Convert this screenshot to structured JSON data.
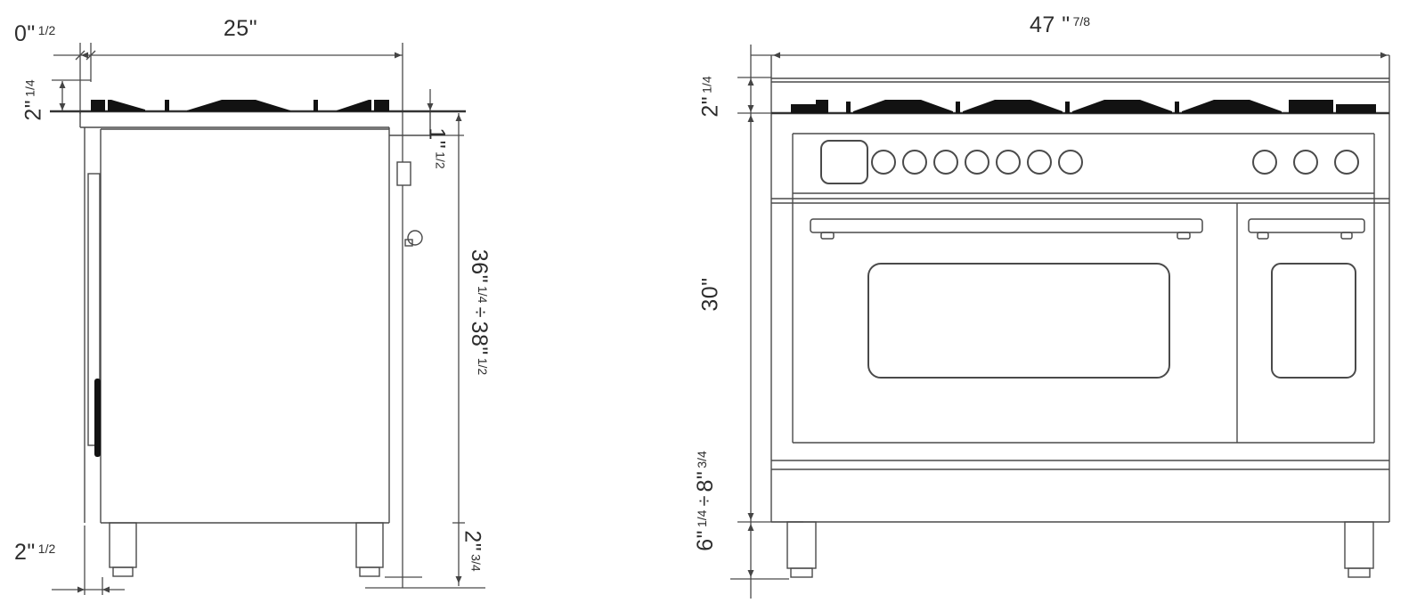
{
  "side_view": {
    "dim_overhang": {
      "w": "0\"",
      "f": "1/2"
    },
    "dim_depth": {
      "w": "25\"",
      "f": ""
    },
    "dim_cooktop_height": {
      "w": "2\"",
      "f": "1/4"
    },
    "dim_trim_height": {
      "w": "1\"",
      "f": "1/2"
    },
    "dim_overall_height": {
      "a_w": "36\"",
      "a_f": "1/4",
      "sep": "÷",
      "b_w": "38\"",
      "b_f": "1/2"
    },
    "dim_leg_setback": {
      "w": "2\"",
      "f": "1/2"
    },
    "dim_leg_height": {
      "w": "2\"",
      "f": "3/4"
    }
  },
  "front_view": {
    "dim_width": {
      "w": "47 \"",
      "f": "7/8"
    },
    "dim_cooktop_height": {
      "w": "2\"",
      "f": "1/4"
    },
    "dim_body_height": {
      "w": "30\"",
      "f": ""
    },
    "dim_leg_height_range": {
      "a_w": "6\"",
      "a_f": "1/4",
      "sep": "÷",
      "b_w": "8\"",
      "b_f": "3/4"
    }
  },
  "colors": {
    "line": "#4a4a4a",
    "heavy_line": "#333333",
    "grate_fill": "#121212",
    "text": "#2e2e2e"
  }
}
